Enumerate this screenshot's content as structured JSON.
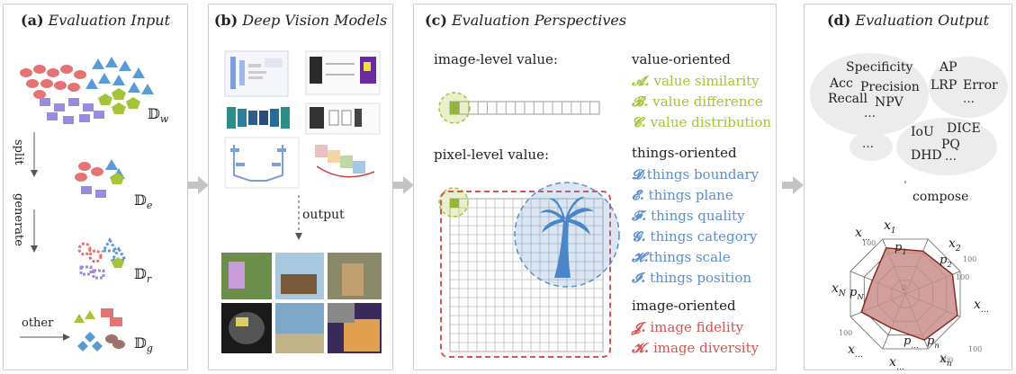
{
  "panels": {
    "a": {
      "letter": "(a)",
      "title": "Evaluation Input",
      "set_w": "𝔻",
      "sub_w": "w",
      "set_e": "𝔻",
      "sub_e": "e",
      "set_r": "𝔻",
      "sub_r": "r",
      "set_g": "𝔻",
      "sub_g": "g",
      "split": "split",
      "generate": "generate",
      "other": "other"
    },
    "b": {
      "letter": "(b)",
      "title": "Deep Vision Models",
      "output": "output"
    },
    "c": {
      "letter": "(c)",
      "title": "Evaluation Perspectives",
      "image_level": "image-level value:",
      "pixel_level": "pixel-level value:",
      "value_head": "value-oriented",
      "things_head": "things-oriented",
      "image_head": "image-oriented",
      "value_items": [
        {
          "mark": "𝓐.",
          "text": "value similarity"
        },
        {
          "mark": "𝓑.",
          "text": "value difference"
        },
        {
          "mark": "𝓒.",
          "text": "value distribution"
        }
      ],
      "things_items": [
        {
          "mark": "𝓓.",
          "text": "things boundary"
        },
        {
          "mark": "𝓔.",
          "text": "things plane"
        },
        {
          "mark": "𝓕.",
          "text": "things quality"
        },
        {
          "mark": "𝓖.",
          "text": "things category"
        },
        {
          "mark": "𝓗.",
          "text": "things scale"
        },
        {
          "mark": "𝓘.",
          "text": "things position"
        }
      ],
      "image_items": [
        {
          "mark": "𝓙.",
          "text": "image fidelity"
        },
        {
          "mark": "𝓚.",
          "text": "image diversity"
        }
      ]
    },
    "d": {
      "letter": "(d)",
      "title": "Evaluation Output",
      "cloud1": [
        "Specificity",
        "Acc",
        "Precision",
        "Recall",
        "NPV",
        "…"
      ],
      "cloud2": [
        "AP",
        "LRP",
        "Error",
        "…"
      ],
      "cloud3": [
        "…"
      ],
      "cloud4": [
        "IoU",
        "DICE",
        "PQ",
        "DHD",
        "…"
      ],
      "compose": "compose",
      "radar_vars": [
        "x",
        "x",
        "x",
        "x",
        "x",
        "x",
        "x",
        "x"
      ],
      "radar_subs": [
        "1",
        "2",
        "…",
        "n",
        "…",
        "…",
        "N",
        "…"
      ],
      "radar_ps": [
        "p",
        "p",
        "p",
        "p",
        "p"
      ],
      "radar_psubs": [
        "1",
        "2",
        "…",
        "n",
        "N"
      ],
      "ticks": [
        "100",
        "100",
        "100",
        "100",
        "100",
        "100",
        "0"
      ]
    }
  },
  "colors": {
    "green": "#a3c537",
    "blue": "#5a8fcc",
    "red": "#d9534f",
    "gray": "#c8c8c8",
    "radar_fill": "#c98f8b",
    "radar_line": "#8a2a22"
  }
}
